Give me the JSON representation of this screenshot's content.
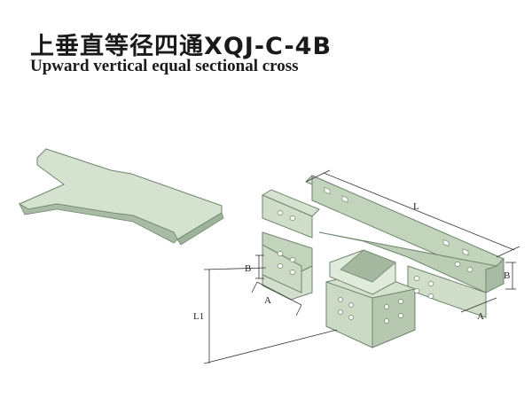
{
  "header": {
    "title_cn": "上垂直等径四通XQJ-C-4B",
    "title_en": "Upward vertical equal sectional cross"
  },
  "diagram": {
    "dimension_labels": {
      "length": "L",
      "height_left": "B",
      "height_right": "B",
      "width_left": "A",
      "width_right": "A",
      "rise": "L1"
    },
    "colors": {
      "tray_light": "#d5e2cf",
      "tray_mid": "#bccdb6",
      "tray_dark": "#9db39a",
      "outline": "#6f866e",
      "dimension_line": "#333333"
    }
  }
}
